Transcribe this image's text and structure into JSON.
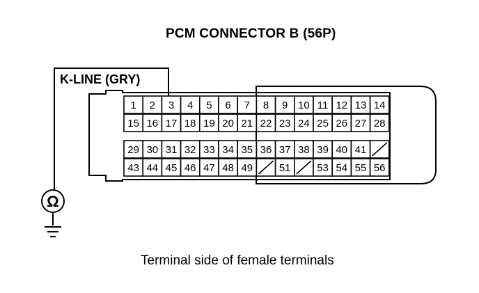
{
  "title": "PCM CONNECTOR B (56P)",
  "wire_label": "K-LINE (GRY)",
  "caption": "Terminal side of female terminals",
  "meter_symbol": "Ω",
  "probe_terminal": "3",
  "terminal_rows": [
    [
      "1",
      "2",
      "3",
      "4",
      "5",
      "6",
      "7",
      "8",
      "9",
      "10",
      "11",
      "12",
      "13",
      "14"
    ],
    [
      "15",
      "16",
      "17",
      "18",
      "19",
      "20",
      "21",
      "22",
      "23",
      "24",
      "25",
      "26",
      "27",
      "28"
    ],
    [
      "29",
      "30",
      "31",
      "32",
      "33",
      "34",
      "35",
      "36",
      "37",
      "38",
      "39",
      "40",
      "41",
      ""
    ],
    [
      "43",
      "44",
      "45",
      "46",
      "47",
      "48",
      "49",
      "",
      "51",
      "",
      "53",
      "54",
      "55",
      "56"
    ]
  ]
}
